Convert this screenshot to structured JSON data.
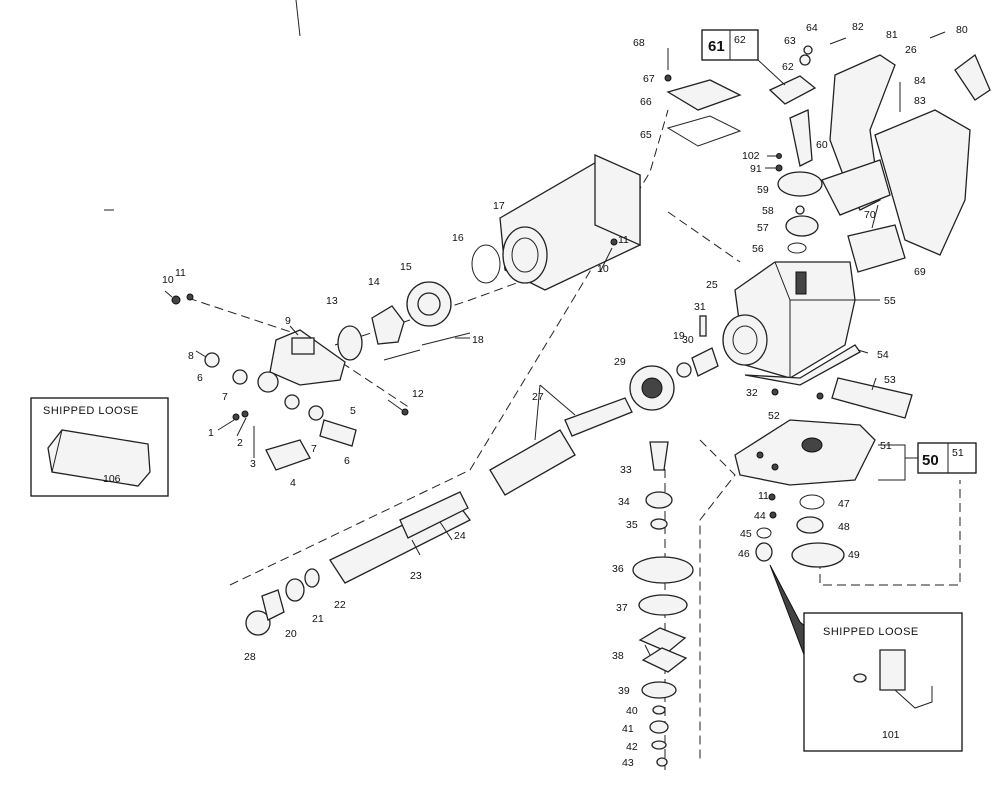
{
  "shipped_loose_left": {
    "title": "SHIPPED LOOSE",
    "part": "106"
  },
  "shipped_loose_right": {
    "title": "SHIPPED LOOSE",
    "part": "101"
  },
  "kit_61": {
    "main": "61",
    "sub": "62"
  },
  "kit_50": {
    "main": "50",
    "sub": "51"
  },
  "callouts": {
    "c1": "1",
    "c2": "2",
    "c3": "3",
    "c4": "4",
    "c5": "5",
    "c6a": "6",
    "c6b": "6",
    "c7a": "7",
    "c7b": "7",
    "c8": "8",
    "c9": "9",
    "c10a": "10",
    "c10b": "10",
    "c11a": "11",
    "c11b": "11",
    "c11c": "11",
    "c12": "12",
    "c13": "13",
    "c14": "14",
    "c15": "15",
    "c16": "16",
    "c17": "17",
    "c18": "18",
    "c19": "19",
    "c20": "20",
    "c21": "21",
    "c22": "22",
    "c23": "23",
    "c24": "24",
    "c25": "25",
    "c26": "26",
    "c27": "27",
    "c28": "28",
    "c29": "29",
    "c30": "30",
    "c31": "31",
    "c32": "32",
    "c33": "33",
    "c34": "34",
    "c35": "35",
    "c36": "36",
    "c37": "37",
    "c38": "38",
    "c39": "39",
    "c40": "40",
    "c41": "41",
    "c42": "42",
    "c43": "43",
    "c44": "44",
    "c45": "45",
    "c46": "46",
    "c47": "47",
    "c48": "48",
    "c49": "49",
    "c51": "51",
    "c52": "52",
    "c53": "53",
    "c54": "54",
    "c55": "55",
    "c56": "56",
    "c57": "57",
    "c58": "58",
    "c59": "59",
    "c60": "60",
    "c62": "62",
    "c63": "63",
    "c64": "64",
    "c65": "65",
    "c66": "66",
    "c67": "67",
    "c68": "68",
    "c69": "69",
    "c70": "70",
    "c80": "80",
    "c81": "81",
    "c82": "82",
    "c83": "83",
    "c84": "84",
    "c91": "91",
    "c102": "102"
  }
}
